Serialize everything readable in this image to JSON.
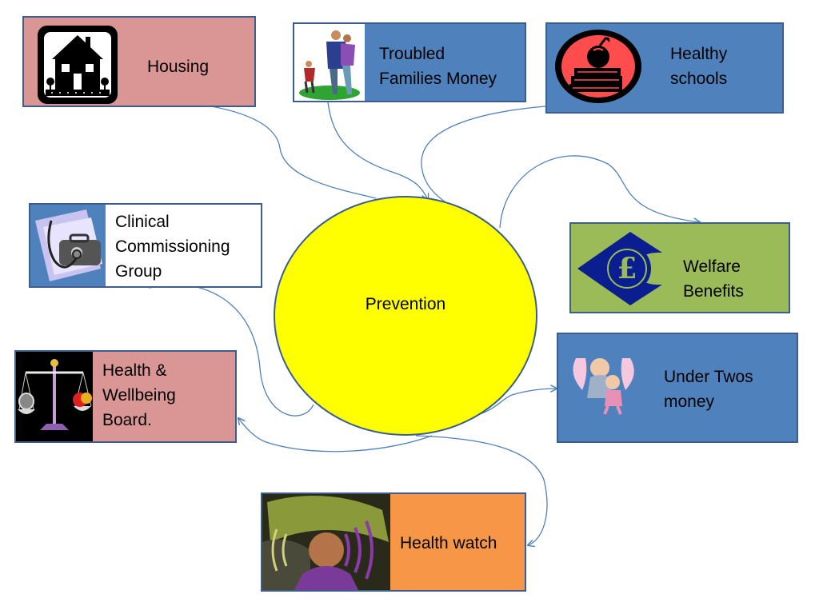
{
  "center": {
    "label": "Prevention"
  },
  "nodes": {
    "housing": {
      "label": "Housing",
      "icon": "house-icon",
      "color": "#d99694"
    },
    "troubled_families": {
      "label": "Troubled\nFamilies Money",
      "icon": "family-walking-icon",
      "color": "#4f81bd"
    },
    "healthy_schools": {
      "label": "Healthy\nschools",
      "icon": "apple-books-icon",
      "color": "#4f81bd"
    },
    "ccg": {
      "label": "Clinical\nCommissioning\nGroup",
      "icon": "stethoscope-bag-icon",
      "color": "#ffffff",
      "accent": "#4f81bd"
    },
    "welfare": {
      "label": "Welfare\nBenefits",
      "icon": "pound-sign-icon",
      "color": "#9bbb59"
    },
    "hwb": {
      "label": "Health &\nWellbeing\nBoard.",
      "icon": "scales-icon",
      "color": "#d99694"
    },
    "under_twos": {
      "label": "Under Twos\nmoney",
      "icon": "parent-child-icon",
      "color": "#4f81bd"
    },
    "healthwatch": {
      "label": "Health watch",
      "icon": "listening-waves-icon",
      "color": "#f79646"
    }
  },
  "colors": {
    "center": "#ffff00",
    "connector": "#4f81bd",
    "border": "#3c5e8e"
  }
}
